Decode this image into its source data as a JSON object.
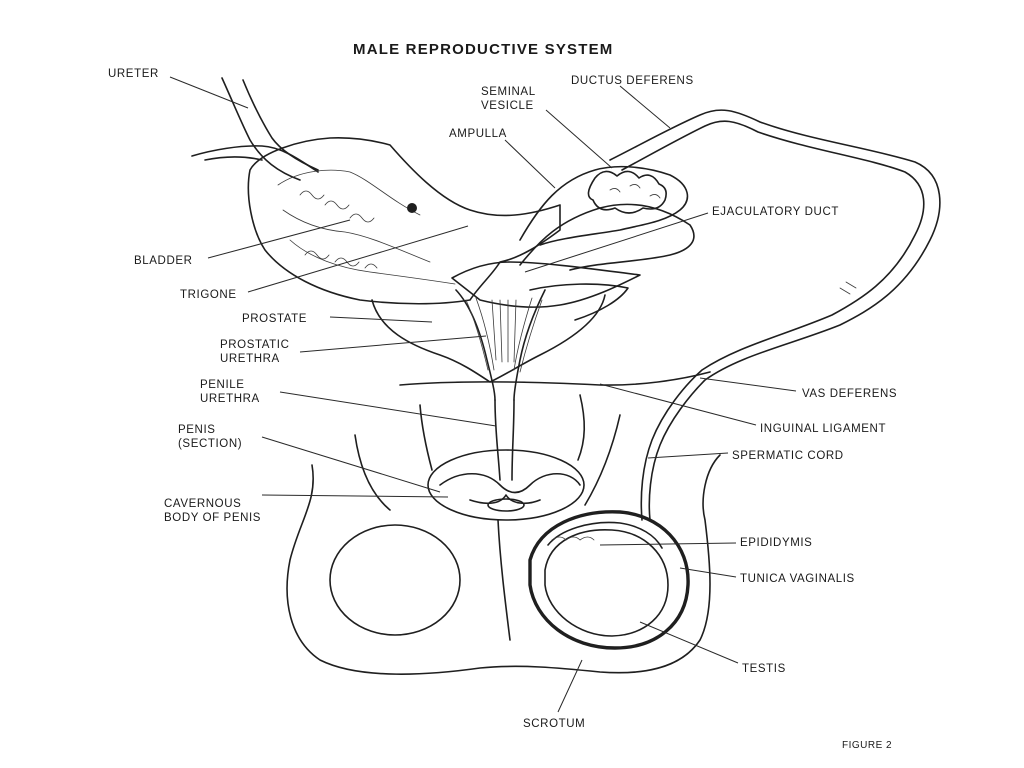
{
  "title": "MALE REPRODUCTIVE SYSTEM",
  "figure_label": "FIGURE 2",
  "labels": {
    "ureter": "URETER",
    "ductus_deferens": "DUCTUS DEFERENS",
    "seminal_vesicle": [
      "SEMINAL",
      "VESICLE"
    ],
    "ampulla": "AMPULLA",
    "ejaculatory_duct": "EJACULATORY DUCT",
    "bladder": "BLADDER",
    "trigone": "TRIGONE",
    "prostate": "PROSTATE",
    "prostatic_urethra": [
      "PROSTATIC",
      "URETHRA"
    ],
    "penile_urethra": [
      "PENILE",
      "URETHRA"
    ],
    "vas_deferens": "VAS DEFERENS",
    "inguinal_ligament": "INGUINAL LIGAMENT",
    "penis_section": [
      "PENIS",
      "(SECTION)"
    ],
    "spermatic_cord": "SPERMATIC CORD",
    "cavernous_body": [
      "CAVERNOUS",
      "BODY OF PENIS"
    ],
    "epididymis": "EPIDIDYMIS",
    "tunica_vaginalis": "TUNICA VAGINALIS",
    "testis": "TESTIS",
    "scrotum": "SCROTUM"
  }
}
